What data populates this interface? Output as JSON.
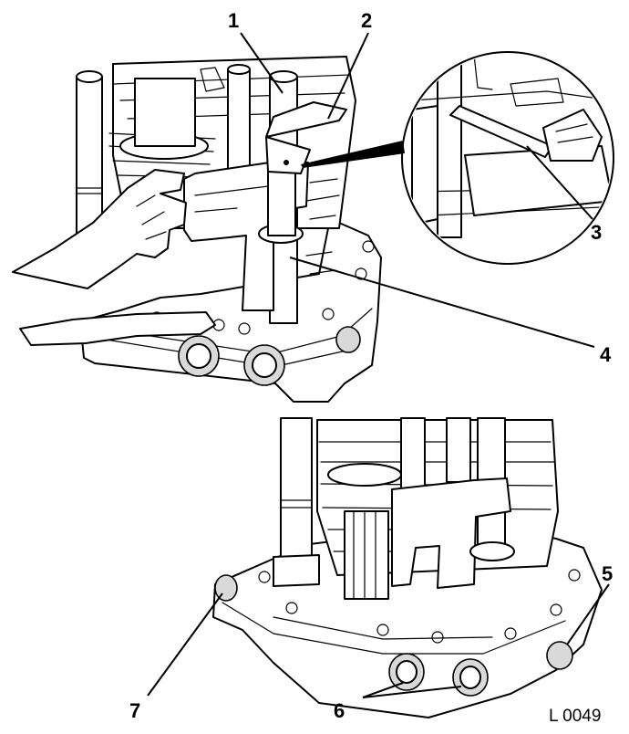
{
  "figure": {
    "callouts": [
      "1",
      "2",
      "3",
      "4",
      "5",
      "6",
      "7"
    ],
    "code": "L 0049"
  }
}
